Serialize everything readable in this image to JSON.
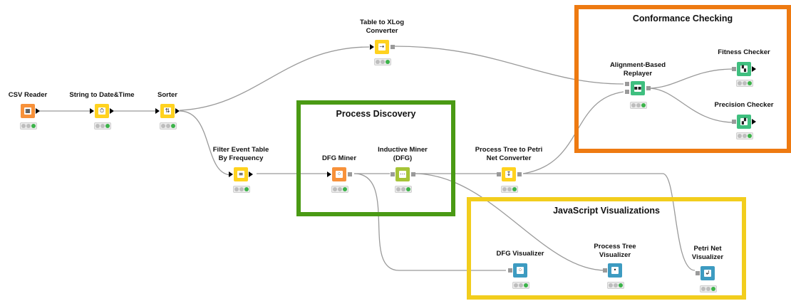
{
  "colors": {
    "reader": "#F7913A",
    "manipulator": "#FFD21F",
    "learner": "#A6C438",
    "predictor": "#3FBF7F",
    "visualizer": "#3D9BC1",
    "process_discovery_border": "#4A9A14",
    "conformance_border": "#EE7A11",
    "visualizations_border": "#F2CD1D",
    "wire": "#9a9a9a"
  },
  "annotations": {
    "process_discovery": {
      "title": "Process Discovery"
    },
    "conformance_checking": {
      "title": "Conformance Checking"
    },
    "javascript_visualizations": {
      "title": "JavaScript Visualizations"
    }
  },
  "nodes": {
    "csv_reader": {
      "label": "CSV Reader",
      "icon": "table-reader-icon",
      "glyph": "▦"
    },
    "string_to_datetime": {
      "label": "String to Date&Time",
      "icon": "clock-convert-icon",
      "glyph": "⏱"
    },
    "sorter": {
      "label": "Sorter",
      "icon": "sort-arrows-icon",
      "glyph": "⇅"
    },
    "table_to_xlog": {
      "label": "Table to XLog Converter",
      "icon": "convert-icon",
      "glyph": "⇢"
    },
    "filter_event_table": {
      "label": "Filter Event Table By Frequency",
      "icon": "filter-icon",
      "glyph": "≡"
    },
    "dfg_miner": {
      "label": "DFG Miner",
      "icon": "miner-icon",
      "glyph": "⁘"
    },
    "inductive_miner": {
      "label": "Inductive Miner (DFG)",
      "icon": "tree-miner-icon",
      "glyph": "⋯"
    },
    "process_tree_to_petri": {
      "label": "Process Tree to Petri Net Converter",
      "icon": "convert-icon",
      "glyph": "↧"
    },
    "alignment_replayer": {
      "label": "Alignment-Based Replayer",
      "icon": "replay-icon",
      "glyph": "▪▪"
    },
    "fitness_checker": {
      "label": "Fitness Checker",
      "icon": "checker-icon",
      "glyph": "▚"
    },
    "precision_checker": {
      "label": "Precision Checker",
      "icon": "checker-icon",
      "glyph": "▞"
    },
    "dfg_visualizer": {
      "label": "DFG Visualizer",
      "icon": "graph-view-icon",
      "glyph": "⁘"
    },
    "process_tree_visualizer": {
      "label": "Process Tree Visualizer",
      "icon": "tree-view-icon",
      "glyph": "•"
    },
    "petri_net_visualizer": {
      "label": "Petri Net Visualizer",
      "icon": "petri-view-icon",
      "glyph": "↲"
    }
  }
}
